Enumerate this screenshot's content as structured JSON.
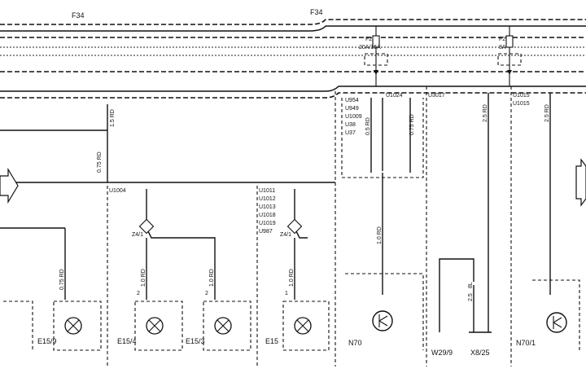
{
  "header": {
    "bus_label_left": "F34",
    "bus_label_center": "F34"
  },
  "fuses": [
    {
      "id": "F2",
      "rating": "20A/15A"
    },
    {
      "id": "F2",
      "rating": "8A"
    }
  ],
  "splice_codes": {
    "group_a": [
      "U954",
      "U949",
      "U1009",
      "U38",
      "U37"
    ],
    "group_b": [
      "U1024"
    ],
    "group_c": [
      "U3017"
    ],
    "group_d": [
      "U1015",
      "U1015"
    ],
    "group_e": [
      "U1004"
    ],
    "group_f": [
      "U1011",
      "U1012",
      "U1013",
      "U1018",
      "U1019",
      "U987"
    ]
  },
  "wire_labels": {
    "w1": "0.75 RD",
    "w2": "1.5 RD",
    "w3": "0.5 RD",
    "w4": "0.75 RD",
    "w5": "2.5 RD",
    "w6": "2.5 RD",
    "w7": "0.75 RD",
    "w8": "1.0 RD",
    "w9": "1.0 RD",
    "w10": "1.0 RD",
    "w11": "1.0 RD",
    "w12": "2.5",
    "w13": "8L"
  },
  "connectors": {
    "z1": "Z4/1",
    "z2": "Z4/1"
  },
  "pins": {
    "p1": "2",
    "p2": "2",
    "p3": "1"
  },
  "components": {
    "c1": "E15/9",
    "c2": "E15/4",
    "c3": "E15/3",
    "c4": "E15",
    "c5": "N70",
    "c6": "W29/9",
    "c7": "X8/25",
    "c8": "N70/1"
  }
}
